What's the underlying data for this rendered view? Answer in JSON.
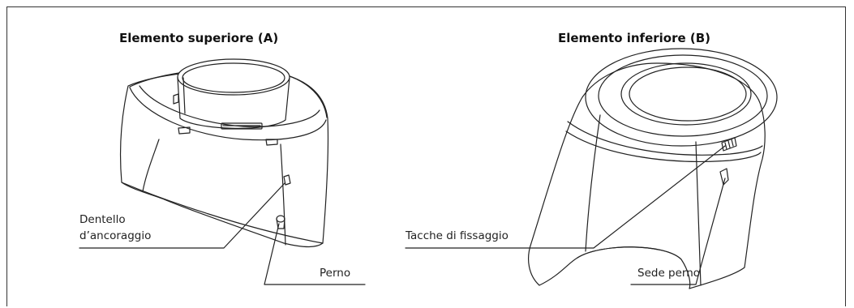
{
  "panels": [
    {
      "title": "Elemento superiore (A)",
      "labels": {
        "anchor_tooth_line1": "Dentello",
        "anchor_tooth_line2": "d’ancoraggio",
        "pin": "Perno"
      }
    },
    {
      "title": "Elemento inferiore (B)",
      "labels": {
        "fixing_notches": "Tacche di fissaggio",
        "pin_seat": "Sede perno"
      }
    }
  ]
}
